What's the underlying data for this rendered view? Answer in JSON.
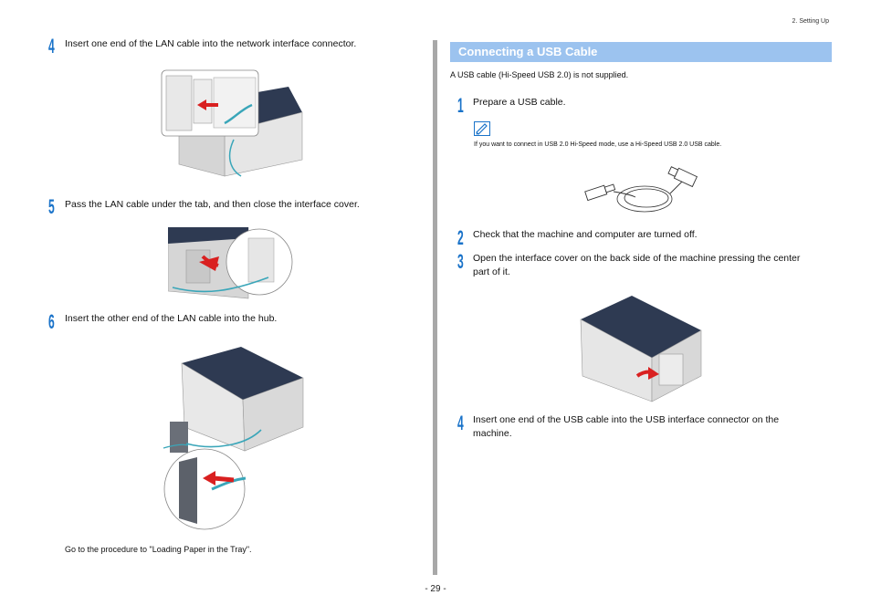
{
  "header": {
    "section_title": "2. Setting Up"
  },
  "left_column": {
    "steps": [
      {
        "number": "4",
        "text": "Insert one end of the LAN cable into the network interface connector."
      },
      {
        "number": "5",
        "text": "Pass the LAN cable under the tab, and then close the interface cover."
      },
      {
        "number": "6",
        "text": "Insert the other end of the LAN cable into the hub."
      }
    ],
    "closing_text": "Go to the procedure to \"Loading Paper in the Tray\"."
  },
  "right_column": {
    "section_heading": "Connecting a USB Cable",
    "intro": "A USB cable (Hi-Speed USB 2.0) is not supplied.",
    "steps": [
      {
        "number": "1",
        "text": "Prepare a USB cable."
      },
      {
        "number": "2",
        "text": "Check that the machine and computer are turned off."
      },
      {
        "number": "3",
        "text_line1": "Open the interface cover on the back side of the machine pressing the center",
        "text_line2": "part of it."
      },
      {
        "number": "4",
        "text_line1": "Insert one end of the USB cable into the USB interface connector on the",
        "text_line2": "machine."
      }
    ],
    "note": "If you want to connect in USB 2.0 Hi-Speed mode, use a Hi-Speed USB 2.0 USB cable.",
    "note_icon": "memo-pen-icon"
  },
  "footer": {
    "page_number": "- 29 -"
  },
  "colors": {
    "accent_blue": "#1a73c9",
    "section_bar": "#9cc3ef",
    "divider": "#a8a8a8",
    "cable_teal": "#3aa6b9",
    "arrow_red": "#d92020",
    "printer_dark": "#2e3a52"
  }
}
